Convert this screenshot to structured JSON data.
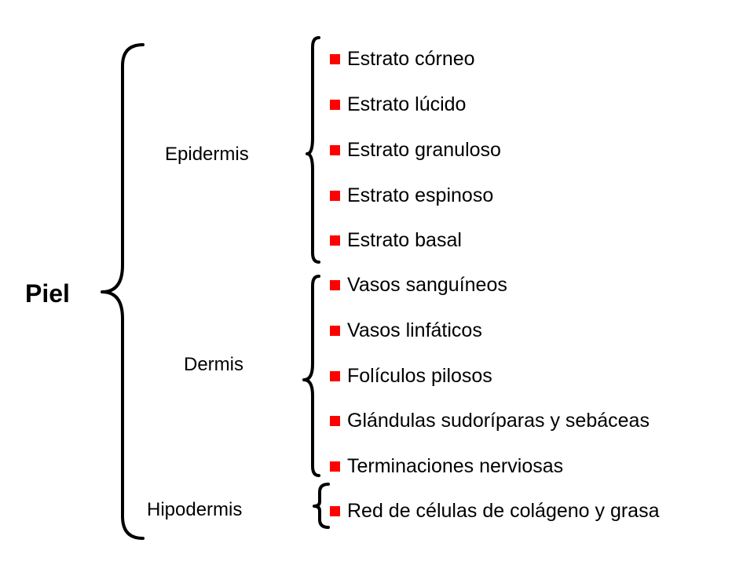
{
  "root": {
    "label": "Piel"
  },
  "colors": {
    "bullet": "#ff0000",
    "text": "#000000",
    "brace": "#000000"
  },
  "groups": [
    {
      "label": "Epidermis",
      "items": [
        "Estrato córneo",
        "Estrato lúcido",
        "Estrato granuloso",
        "Estrato espinoso",
        "Estrato basal"
      ]
    },
    {
      "label": "Dermis",
      "items": [
        "Vasos sanguíneos",
        "Vasos linfáticos",
        "Folículos pilosos",
        "Glándulas sudoríparas y sebáceas",
        "Terminaciones nerviosas"
      ]
    },
    {
      "label": "Hipodermis",
      "items": [
        "Red de células de colágeno y grasa"
      ]
    }
  ]
}
